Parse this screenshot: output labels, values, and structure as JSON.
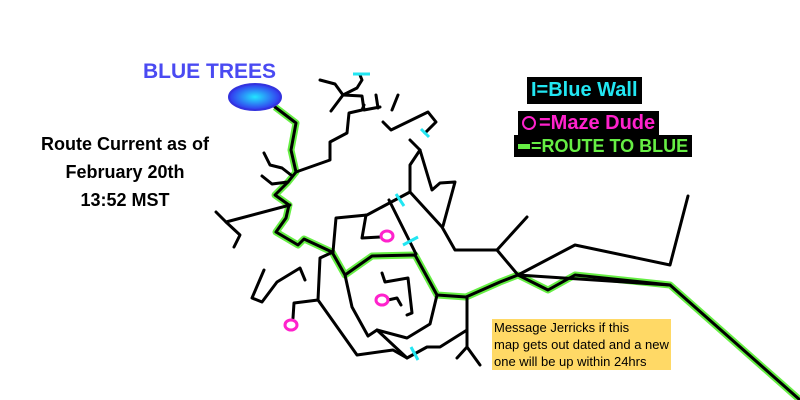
{
  "title": "BLUE TREES",
  "route_info": [
    "Route Current as of",
    "February 20th",
    "13:52 MST"
  ],
  "legend": {
    "blue_wall": "I=Blue Wall",
    "maze_dude": "=Maze Dude",
    "route": "=ROUTE TO BLUE"
  },
  "note": [
    "Message Jerricks if this",
    "map gets out dated and a new",
    "one will be up within 24hrs"
  ],
  "colors": {
    "route": "#66ee44",
    "wall": "#22e6f2",
    "dude": "#ff22cc",
    "trees": "#4a4af2",
    "note_bg": "#ffd966"
  }
}
